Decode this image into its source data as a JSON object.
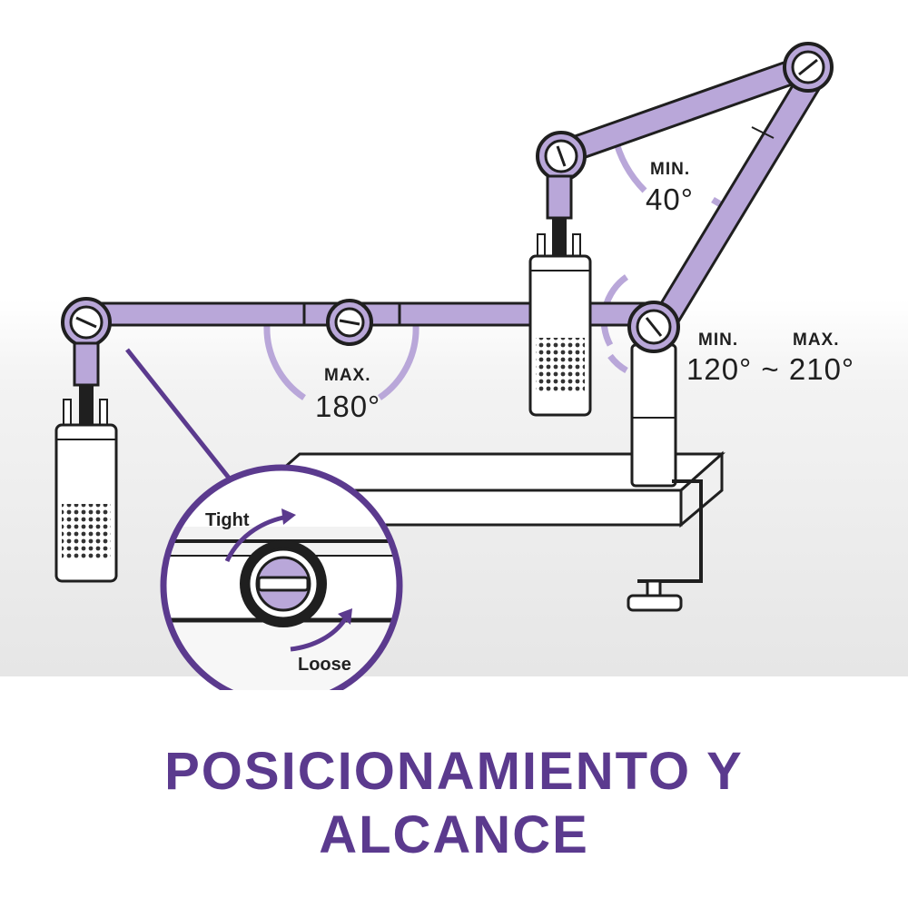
{
  "labels": {
    "top_min_label": "MIN.",
    "top_min_value": "40°",
    "mid_max_label": "MAX.",
    "mid_max_value": "180°",
    "right_min_label": "MIN.",
    "right_max_label": "MAX.",
    "right_range_value": "120° ~ 210°",
    "knob_tight": "Tight",
    "knob_loose": "Loose"
  },
  "title": {
    "line1": "POSICIONAMIENTO Y",
    "line2": "ALCANCE"
  },
  "colors": {
    "accent": "#5b3a8e",
    "arm_fill": "#b9a7d9",
    "arc_stroke": "#b9a7d9",
    "outline": "#1f1f1f"
  }
}
